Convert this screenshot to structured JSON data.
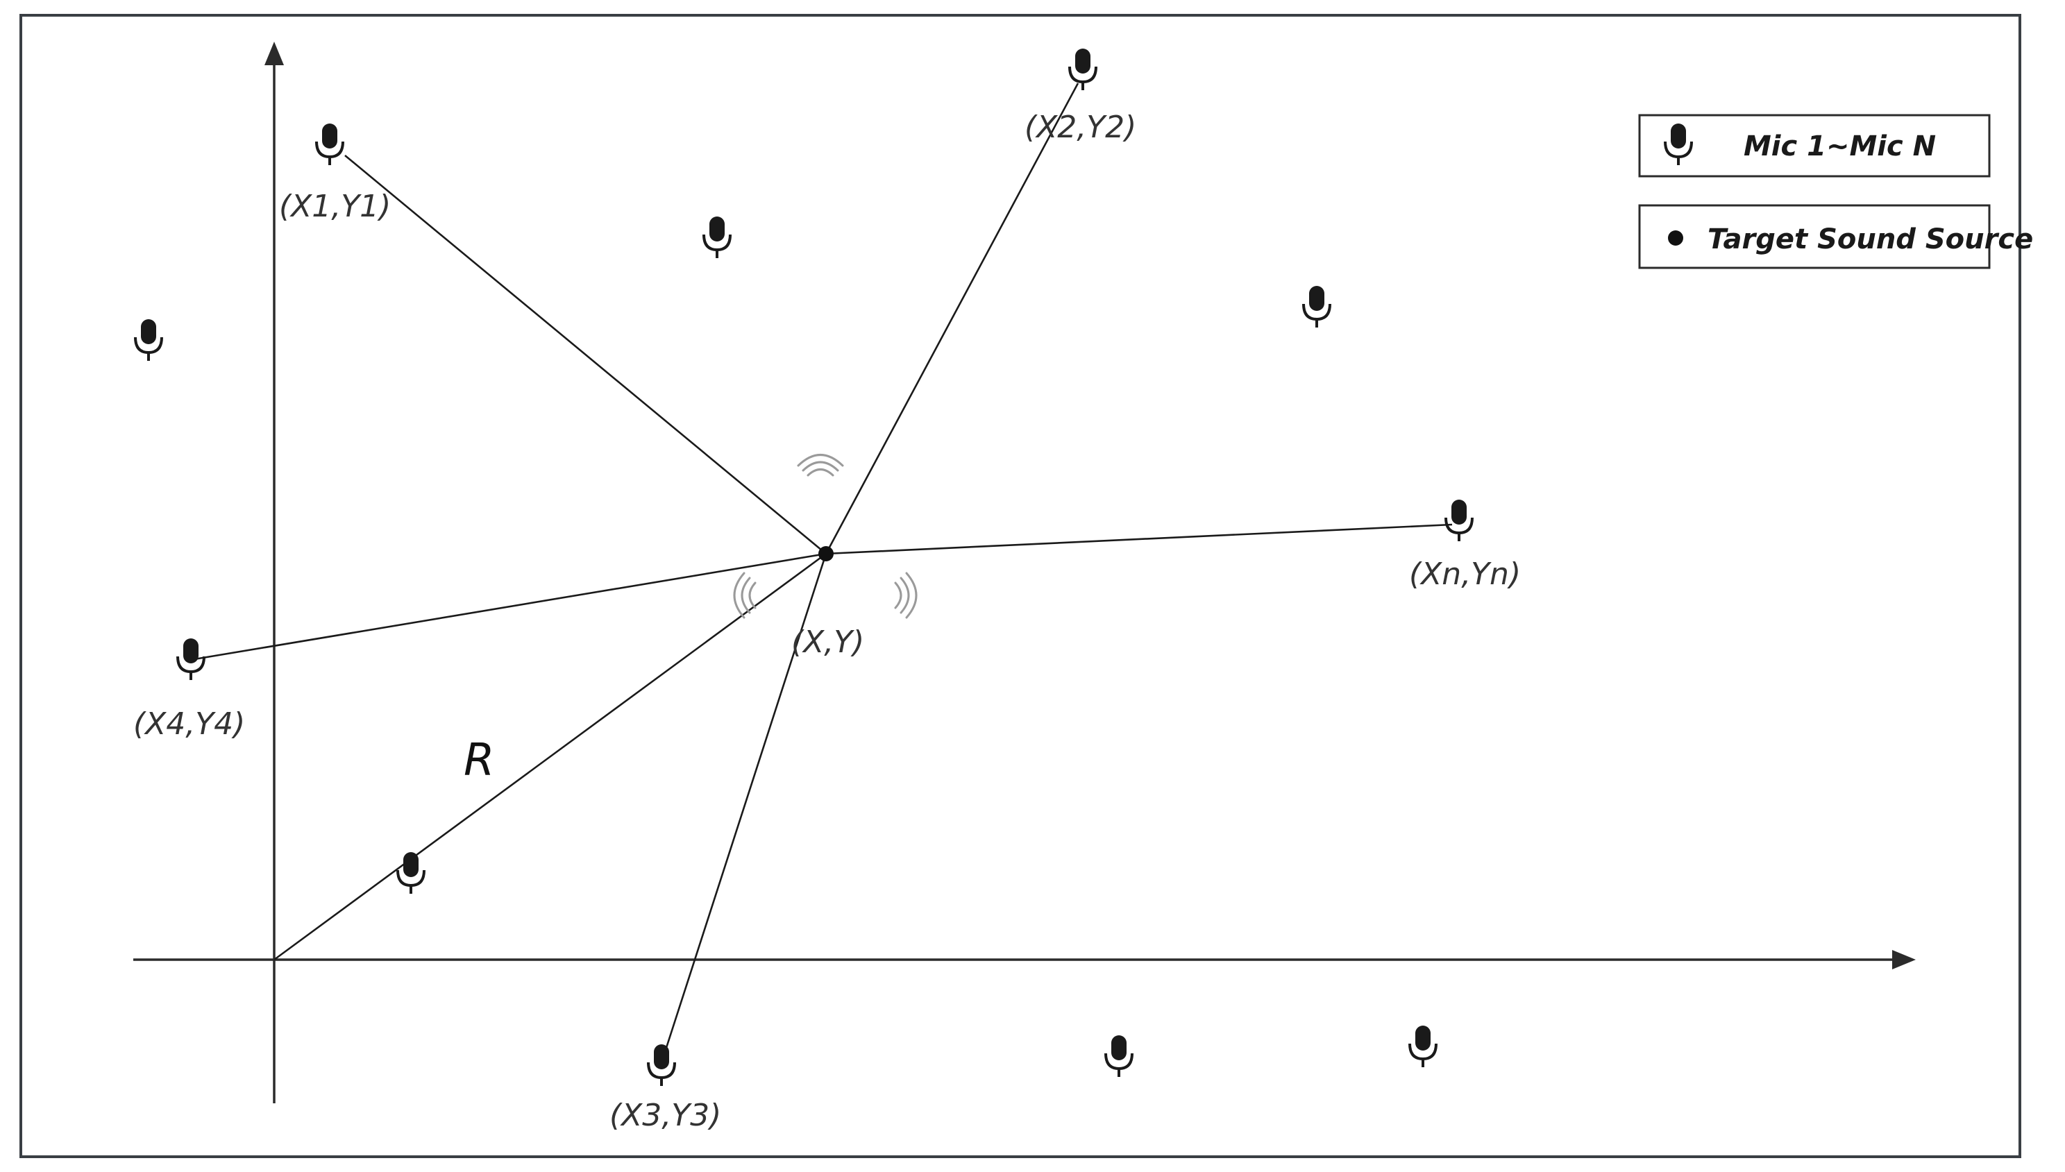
{
  "colors": {
    "line": "#1a1a1a",
    "frame": "#3a3f44",
    "label": "#333333",
    "wave": "#9a9a9a"
  },
  "icons": {
    "microphone": "microphone-icon",
    "source": "source-dot-icon",
    "waves": "sound-wave-icon"
  },
  "legend": {
    "mic_label": "Mic 1~Mic N",
    "source_label": "Target Sound Source"
  },
  "source": {
    "label": "(X,Y)"
  },
  "labeled_mics": [
    {
      "id": "mic-1",
      "label": "(X1,Y1)"
    },
    {
      "id": "mic-2",
      "label": "(X2,Y2)"
    },
    {
      "id": "mic-3",
      "label": "(X3,Y3)"
    },
    {
      "id": "mic-4",
      "label": "(X4,Y4)"
    },
    {
      "id": "mic-n",
      "label": "(Xn,Yn)"
    }
  ],
  "distance_label": "R"
}
